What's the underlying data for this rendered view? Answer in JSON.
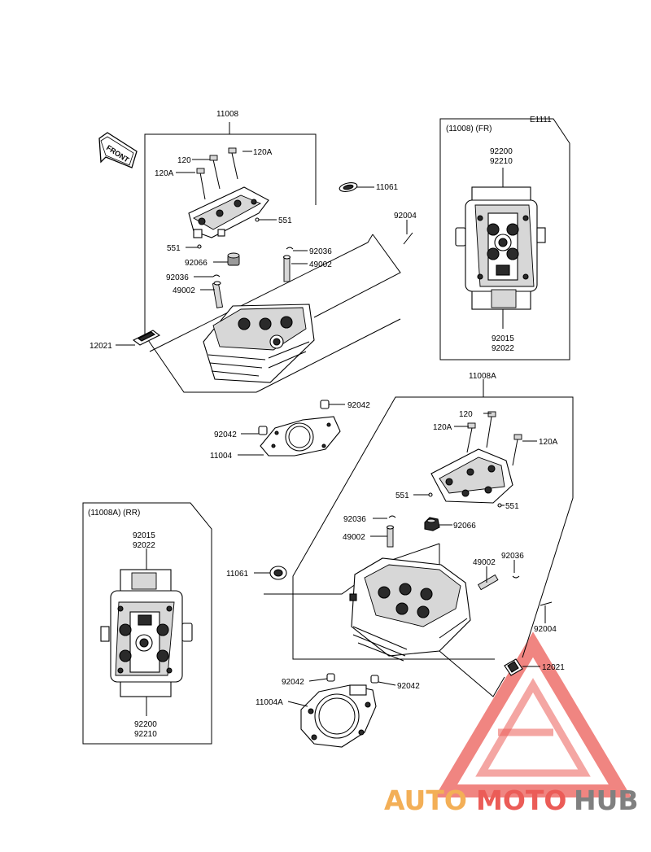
{
  "diagram": {
    "ref_code": "E1111",
    "front_label": "FRONT",
    "callouts": {
      "top_assembly": "11008",
      "top_bolt_120": "120",
      "top_bolt_120A_a": "120A",
      "top_bolt_120A_b": "120A",
      "top_cap_11061": "11061",
      "top_pin_551_a": "551",
      "top_pin_551_b": "551",
      "top_stud_92004": "92004",
      "top_clip_92036_a": "92036",
      "top_guide_49002_a": "49002",
      "top_seal_92066": "92066",
      "top_clip_92036_b": "92036",
      "top_guide_49002_b": "49002",
      "top_plate_12021": "12021",
      "top_dowel_92042_a": "92042",
      "top_dowel_92042_b": "92042",
      "top_gasket_11004": "11004",
      "bottom_assembly": "11008A",
      "bot_bolt_120": "120",
      "bot_bolt_120A_a": "120A",
      "bot_bolt_120A_b": "120A",
      "bot_pin_551_a": "551",
      "bot_pin_551_b": "551",
      "bot_clip_92036_a": "92036",
      "bot_seal_92066": "92066",
      "bot_guide_49002_a": "49002",
      "bot_clip_92036_b": "92036",
      "bot_guide_49002_b": "49002",
      "bot_cap_11061": "11061",
      "bot_stud_92004": "92004",
      "bot_plate_12021": "12021",
      "bot_dowel_92042_a": "92042",
      "bot_dowel_92042_b": "92042",
      "bot_gasket_11004A": "11004A"
    },
    "inset_front": {
      "title": "(11008)  (FR)",
      "label_top_1": "92200",
      "label_top_2": "92210",
      "label_bottom_1": "92015",
      "label_bottom_2": "92022"
    },
    "inset_rear": {
      "title": "(11008A)  (RR)",
      "label_top_1": "92015",
      "label_top_2": "92022",
      "label_bottom_1": "92200",
      "label_bottom_2": "92210"
    }
  },
  "watermark": {
    "brand_part_1": "AUTO",
    "brand_part_2": "MOTO",
    "brand_part_3": "HUB",
    "color_orange": "#f2a23a",
    "color_red": "#e8403a",
    "color_grey": "#6b6b6b"
  }
}
